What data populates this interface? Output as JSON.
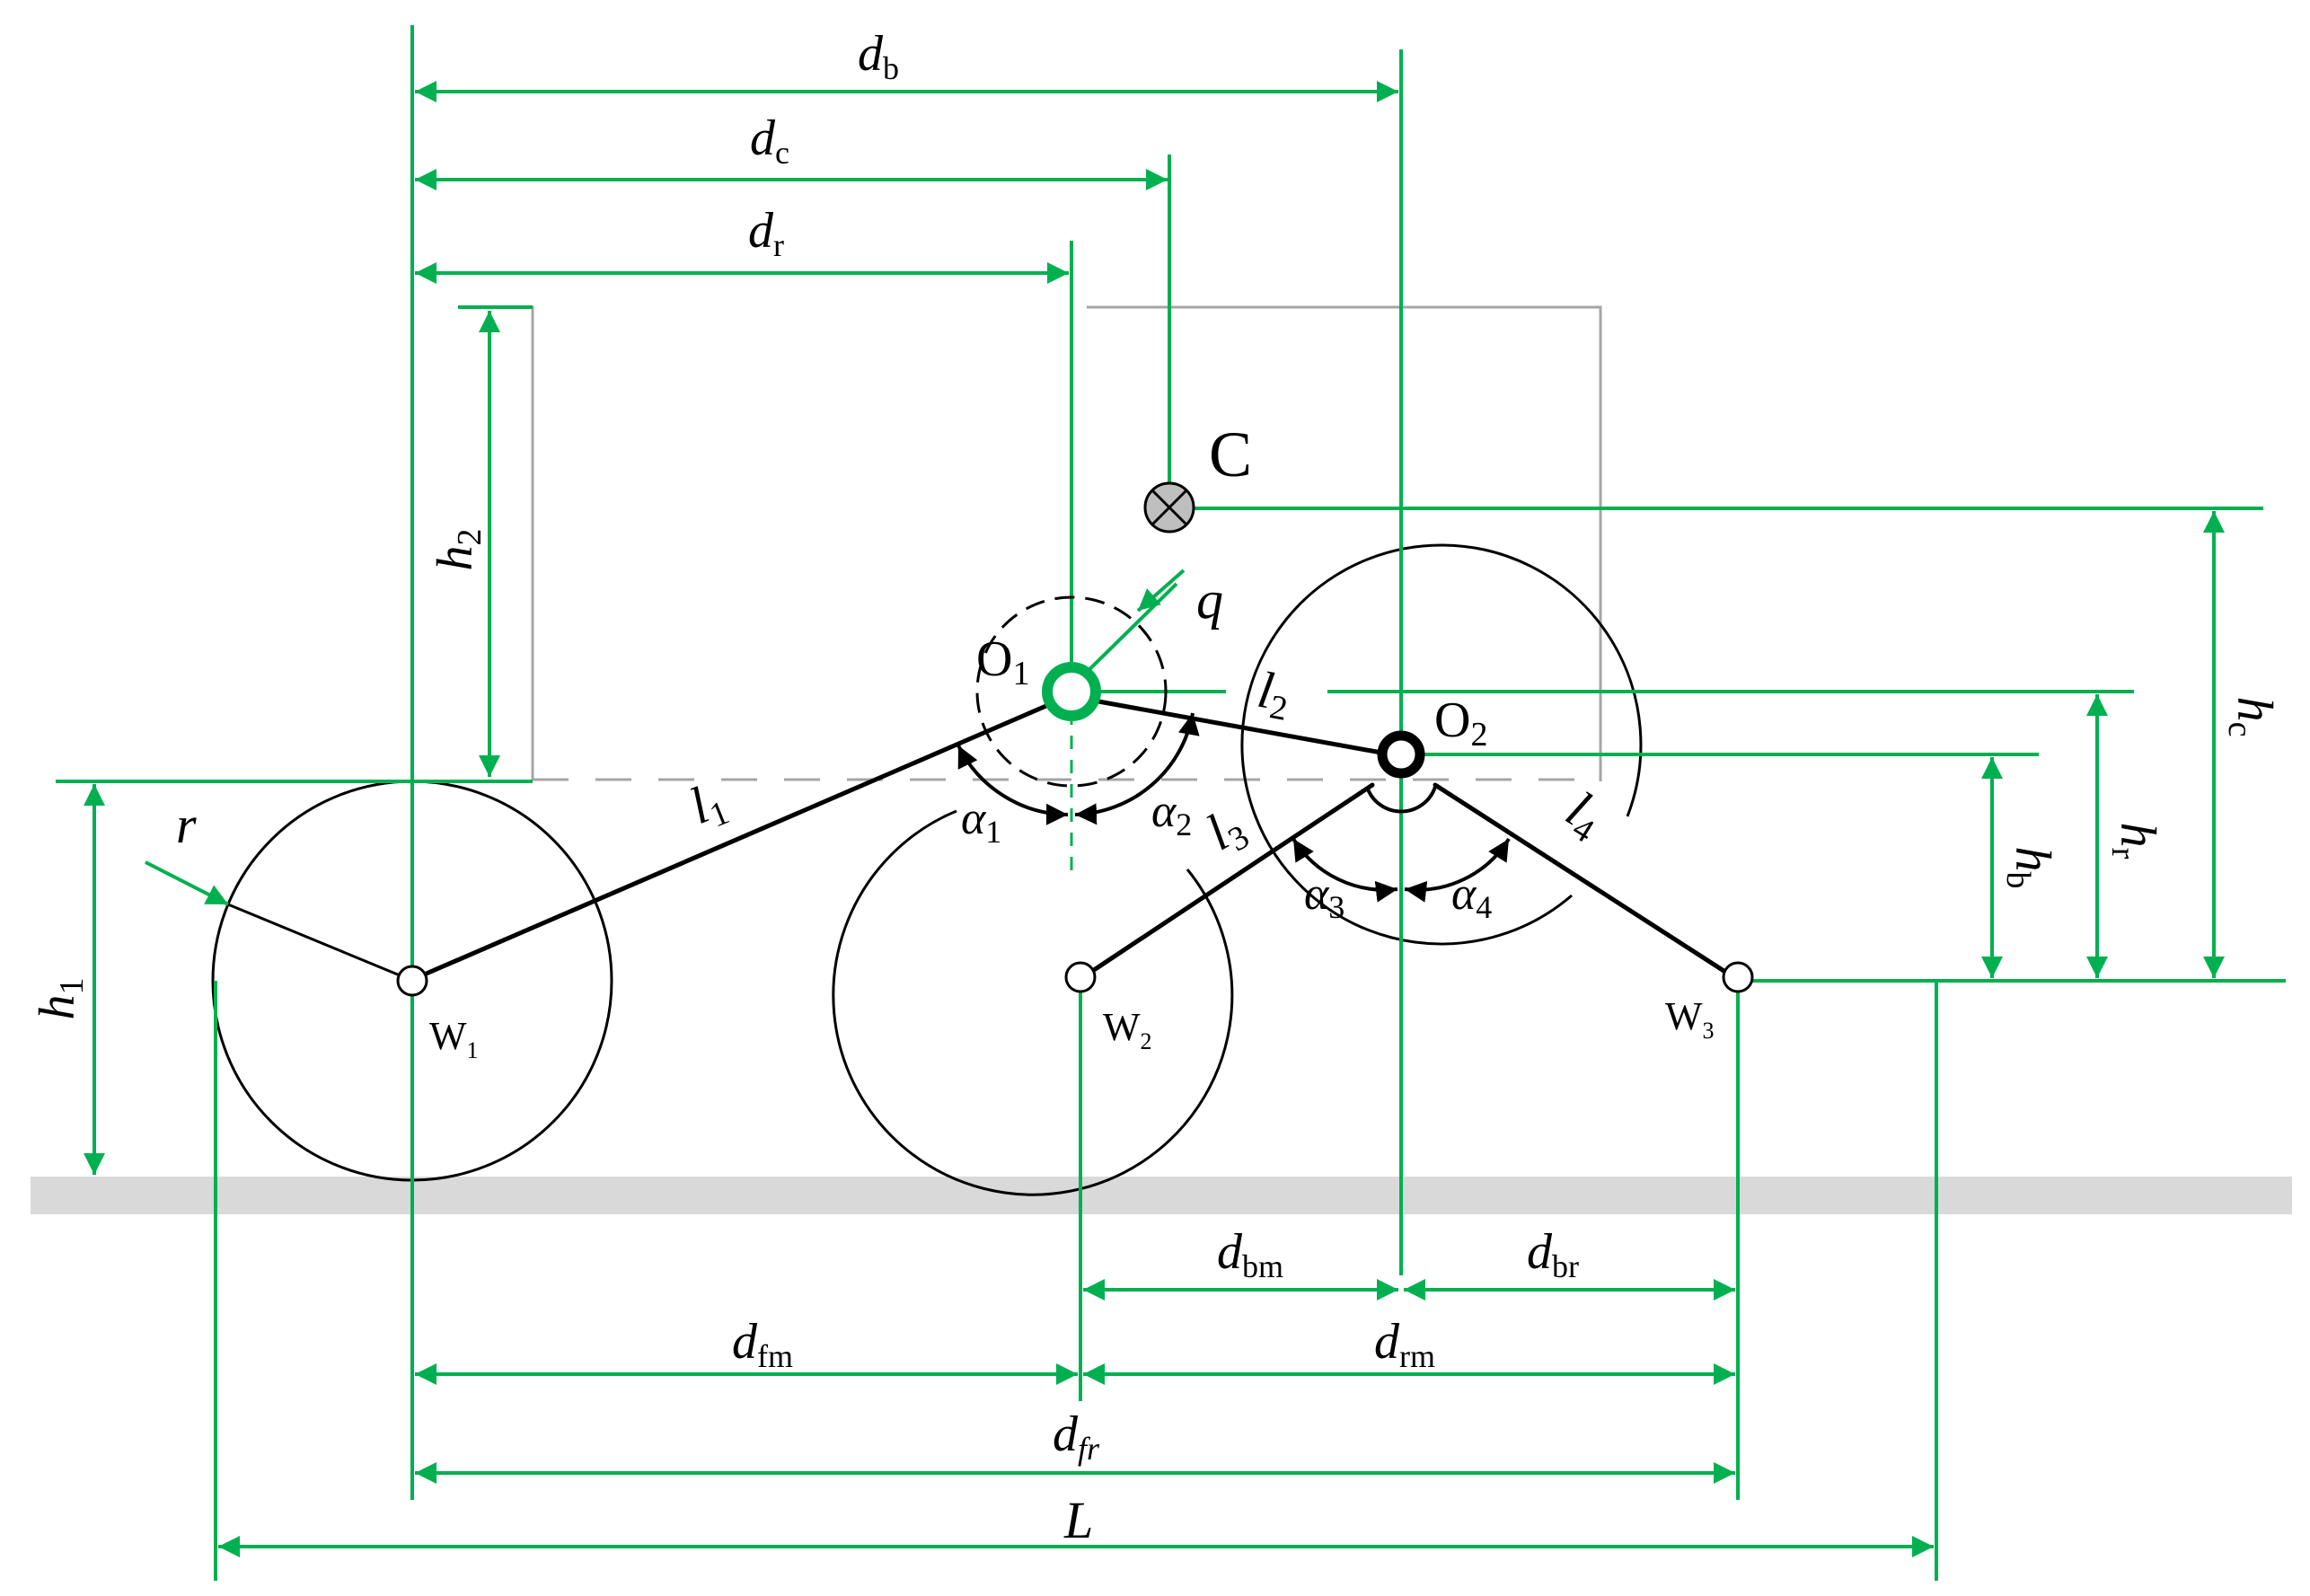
{
  "colors": {
    "dimension": "#00b050",
    "structure": "#000000",
    "frame": "#a6a6a6",
    "ground": "#d9d9d9",
    "centroid_fill": "#bfbfbf"
  },
  "labels": {
    "db": {
      "main": "d",
      "sub": "b"
    },
    "dc": {
      "main": "d",
      "sub": "c"
    },
    "dr": {
      "main": "d",
      "sub": "r"
    },
    "C": {
      "main": "C",
      "sub": ""
    },
    "q": {
      "main": "q",
      "sub": ""
    },
    "h2": {
      "main": "h",
      "sub": "2"
    },
    "O1": {
      "main": "O",
      "sub": "1"
    },
    "O2": {
      "main": "O",
      "sub": "2"
    },
    "l1": {
      "main": "l",
      "sub": "1"
    },
    "l2": {
      "main": "l",
      "sub": "2"
    },
    "l3": {
      "main": "l",
      "sub": "3"
    },
    "l4": {
      "main": "l",
      "sub": "4"
    },
    "alpha1": {
      "main": "α",
      "sub": "1"
    },
    "alpha2": {
      "main": "α",
      "sub": "2"
    },
    "alpha3": {
      "main": "α",
      "sub": "3"
    },
    "alpha4": {
      "main": "α",
      "sub": "4"
    },
    "r": {
      "main": "r",
      "sub": ""
    },
    "h1": {
      "main": "h",
      "sub": "1"
    },
    "hc": {
      "main": "h",
      "sub": "c"
    },
    "hr": {
      "main": "h",
      "sub": "r"
    },
    "hb": {
      "main": "h",
      "sub": "b"
    },
    "W1": {
      "main": "W",
      "sub": "1"
    },
    "W2": {
      "main": "W",
      "sub": "2"
    },
    "W3": {
      "main": "W",
      "sub": "3"
    },
    "dbm": {
      "main": "d",
      "sub": "bm"
    },
    "dbr": {
      "main": "d",
      "sub": "br"
    },
    "dfm": {
      "main": "d",
      "sub": "fm"
    },
    "drm": {
      "main": "d",
      "sub": "rm"
    },
    "dfr": {
      "main": "d",
      "sub": "fr"
    },
    "L": {
      "main": "L",
      "sub": ""
    }
  }
}
